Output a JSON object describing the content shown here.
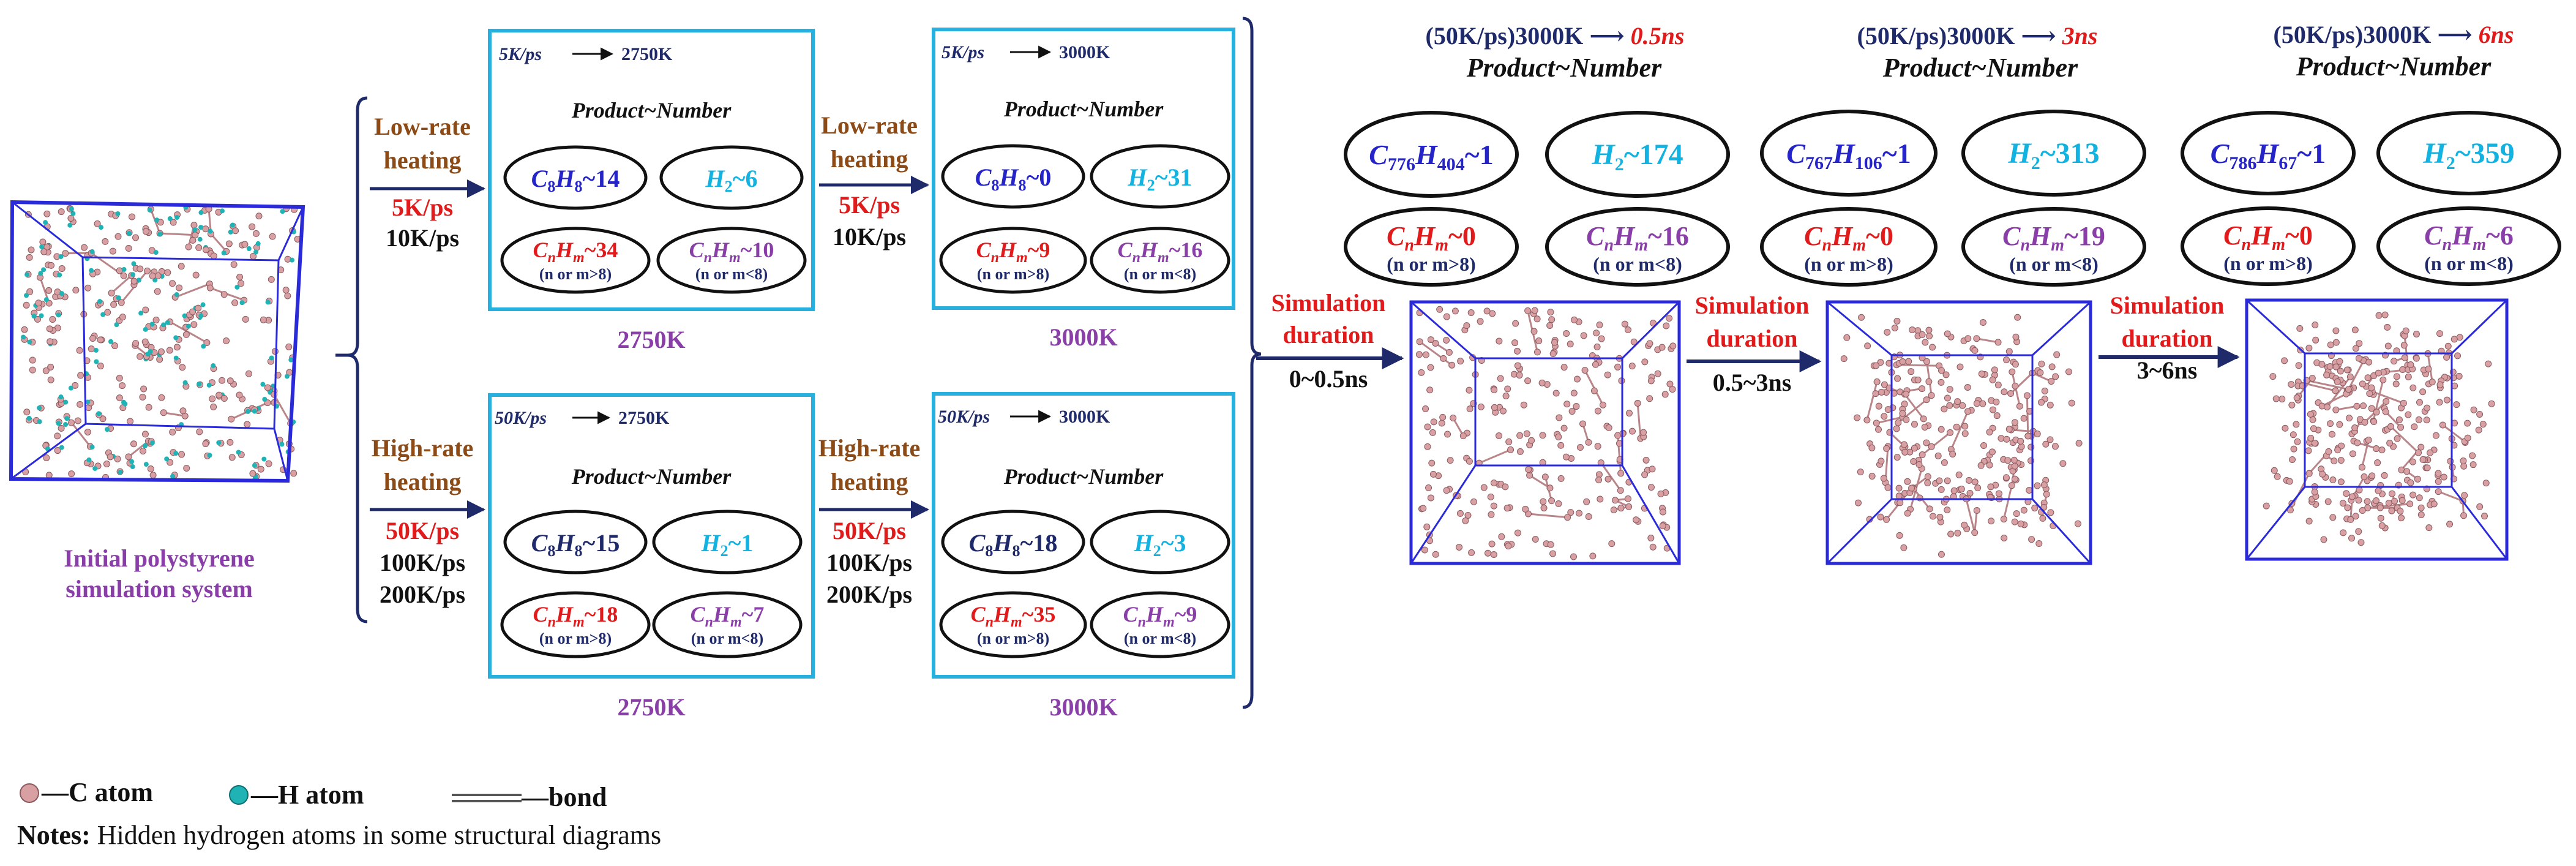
{
  "initial": {
    "label_line1": "Initial polystyrene",
    "label_line2": "simulation system"
  },
  "low_branch": {
    "heating_label_1": "Low-rate",
    "heating_label_2": "heating",
    "rate_primary": "5K/ps",
    "rate_secondary": "10K/ps",
    "stage1": {
      "header_rate": "5K/ps",
      "header_temp": "2750K",
      "title": "Product~Number",
      "c8h8": "14",
      "h2": "6",
      "cnhm_big": "34",
      "cnhm_small": "10",
      "temp_label": "2750K"
    },
    "between_heating_1": "Low-rate",
    "between_heating_2": "heating",
    "between_rate_primary": "5K/ps",
    "between_rate_secondary": "10K/ps",
    "stage2": {
      "header_rate": "5K/ps",
      "header_temp": "3000K",
      "title": "Product~Number",
      "c8h8": "0",
      "h2": "31",
      "cnhm_big": "9",
      "cnhm_small": "16",
      "temp_label": "3000K"
    }
  },
  "high_branch": {
    "heating_label_1": "High-rate",
    "heating_label_2": "heating",
    "rate_primary": "50K/ps",
    "rate_secondary": "100K/ps",
    "rate_tertiary": "200K/ps",
    "stage1": {
      "header_rate": "50K/ps",
      "header_temp": "2750K",
      "title": "Product~Number",
      "c8h8": "15",
      "h2": "1",
      "cnhm_big": "18",
      "cnhm_small": "7",
      "temp_label": "2750K"
    },
    "between_heating_1": "High-rate",
    "between_heating_2": "heating",
    "between_rate_primary": "50K/ps",
    "between_rate_secondary": "100K/ps",
    "between_rate_tertiary": "200K/ps",
    "stage2": {
      "header_rate": "50K/ps",
      "header_temp": "3000K",
      "title": "Product~Number",
      "c8h8": "18",
      "h2": "3",
      "cnhm_big": "35",
      "cnhm_small": "9",
      "temp_label": "3000K"
    }
  },
  "common": {
    "n_or_m_big": "(n or m>8)",
    "n_or_m_small": "(n or m<8)",
    "sim_label_1": "Simulation",
    "sim_label_2": "duration"
  },
  "time_panels": [
    {
      "header_prefix": "(50K/ps)3000K",
      "header_time": "0.5ns",
      "title": "Product~Number",
      "c_sub": "776",
      "h_sub": "404",
      "c_count": "1",
      "h2": "174",
      "cnhm_big": "0",
      "cnhm_small": "16",
      "duration": "0~0.5ns"
    },
    {
      "header_prefix": "(50K/ps)3000K",
      "header_time": "3ns",
      "title": "Product~Number",
      "c_sub": "767",
      "h_sub": "106",
      "c_count": "1",
      "h2": "313",
      "cnhm_big": "0",
      "cnhm_small": "19",
      "duration": "0.5~3ns"
    },
    {
      "header_prefix": "(50K/ps)3000K",
      "header_time": "6ns",
      "title": "Product~Number",
      "c_sub": "786",
      "h_sub": "67",
      "c_count": "1",
      "h2": "359",
      "cnhm_big": "0",
      "cnhm_small": "6",
      "duration": "3~6ns"
    }
  ],
  "legend": {
    "c_atom": "—C atom",
    "h_atom": "—H atom",
    "bond": "—bond",
    "notes_label": "Notes:",
    "notes_text": " Hidden hydrogen atoms in some structural diagrams"
  },
  "colors": {
    "box_border": "#27b0dd",
    "cube_edge": "#2a2ad8",
    "c_atom": "#d9a0a4",
    "h_atom": "#1fb3b5",
    "navy": "#1f2a6b",
    "red": "#e11b1b",
    "purple": "#8a3fa8",
    "cyan": "#12b3e0",
    "blue": "#2424c8",
    "brown": "#8b4a16"
  }
}
